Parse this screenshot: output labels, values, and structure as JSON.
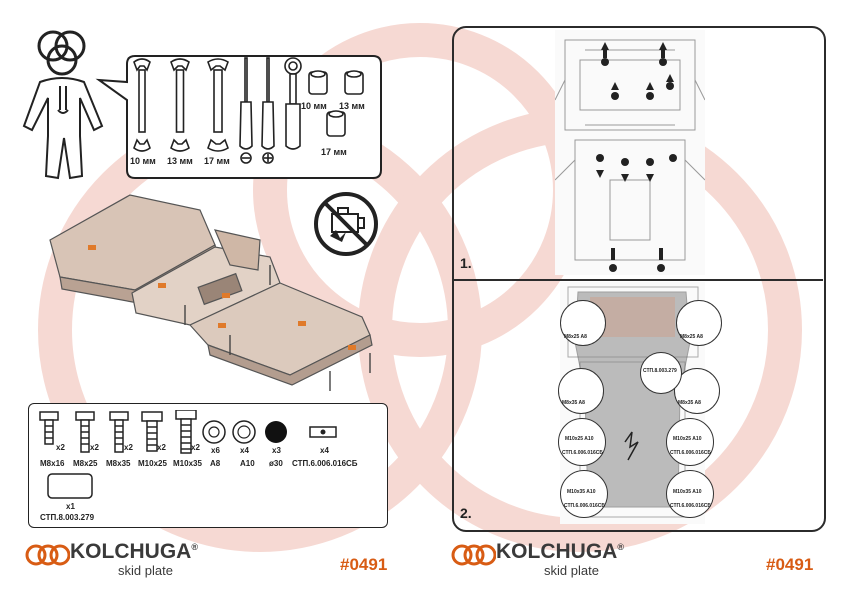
{
  "brand": {
    "name": "KOLCHUGA",
    "registered": "®",
    "subtitle": "skid plate",
    "code": "#0491",
    "accent": "#d85c14"
  },
  "tools": {
    "wrenches": [
      "10 мм",
      "13 мм",
      "17 мм"
    ],
    "sockets_top": [
      "10 мм",
      "13 мм"
    ],
    "socket_bottom": "17 мм"
  },
  "hardware": [
    {
      "qty": "x2",
      "label": "M8x16"
    },
    {
      "qty": "x2",
      "label": "M8x25"
    },
    {
      "qty": "x2",
      "label": "M8x35"
    },
    {
      "qty": "x2",
      "label": "M10x25"
    },
    {
      "qty": "x2",
      "label": "M10x35"
    },
    {
      "qty": "x6",
      "label": "A8"
    },
    {
      "qty": "x4",
      "label": "A10"
    },
    {
      "qty": "x3",
      "label": "ø30"
    },
    {
      "qty": "x4",
      "label": "СТП.6.006.016СБ"
    },
    {
      "qty": "x1",
      "label": "СТП.8.003.279"
    }
  ],
  "steps": [
    "1.",
    "2."
  ],
  "callouts": [
    {
      "bolt": "M8x25",
      "washer": "A8"
    },
    {
      "bolt": "M8x25",
      "washer": "A8"
    },
    {
      "bolt": "M8x35",
      "washer": "A8"
    },
    {
      "bolt": "M8x35",
      "washer": "A8"
    },
    {
      "bolt": "M10x25",
      "washer": "A10",
      "part": "СТП.6.006.016СБ"
    },
    {
      "bolt": "M10x25",
      "washer": "A10",
      "part": "СТП.6.006.016СБ"
    },
    {
      "bolt": "M10x35",
      "washer": "A10",
      "part": "СТП.6.006.016СБ"
    },
    {
      "bolt": "M10x35",
      "washer": "A10",
      "part": "СТП.6.006.016СБ"
    },
    {
      "part": "СТП.8.003.279"
    }
  ]
}
